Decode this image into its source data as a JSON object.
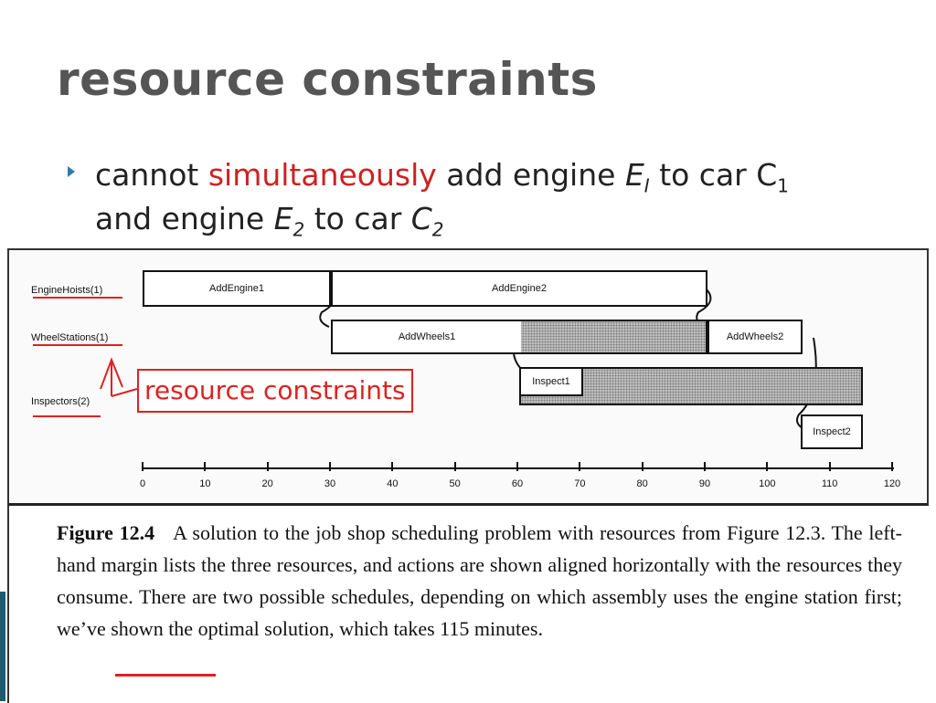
{
  "slide": {
    "title": "resource constraints",
    "bullet": {
      "pre": "cannot ",
      "highlight": "simultaneously",
      "mid1": " add engine ",
      "e1": "E",
      "e1_sub": "I",
      "mid2": " to car C",
      "c1_sub": "1",
      "line2": "and engine ",
      "e2": "E",
      "e2_sub": "2",
      "mid3": " to car ",
      "c2": "C",
      "c2_sub": "2"
    }
  },
  "figure": {
    "resources": [
      "EngineHoists(1)",
      "WheelStations(1)",
      "Inspectors(2)"
    ],
    "actions": [
      {
        "label": "AddEngine1",
        "start": 0,
        "end": 30,
        "dotted": false
      },
      {
        "label": "AddEngine2",
        "start": 30,
        "end": 90,
        "dotted": false
      },
      {
        "label": "AddWheels1",
        "start": 30,
        "end": 60,
        "dotted": true
      },
      {
        "label": "AddWheels2",
        "start": 90,
        "end": 105,
        "dotted": false
      },
      {
        "label": "Inspect1",
        "start": 60,
        "end": 70,
        "dotted": true
      },
      {
        "label": "Inspect2",
        "start": 105,
        "end": 115,
        "dotted": false
      }
    ],
    "annotation": "resource constraints",
    "axis_ticks": [
      "0",
      "10",
      "20",
      "30",
      "40",
      "50",
      "60",
      "70",
      "80",
      "90",
      "100",
      "110",
      "120"
    ],
    "caption_bold": "Figure 12.4",
    "caption_text": "A solution to the job shop scheduling problem with resources from Figure 12.3. The left-hand margin lists the three resources, and actions are shown aligned horizontally with the resources they consume. There are two possible schedules, depending on which assembly uses the engine station first; we’ve shown the optimal solution, which takes 115 minutes."
  }
}
